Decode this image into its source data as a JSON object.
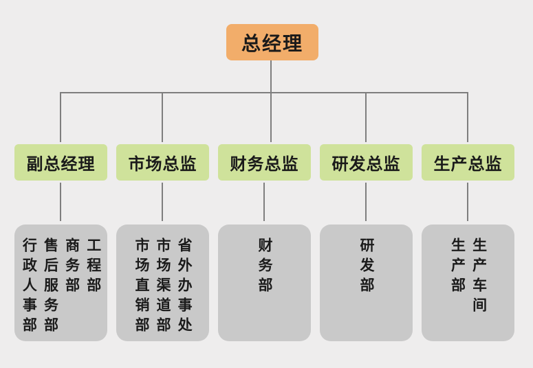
{
  "chart": {
    "type": "org-chart",
    "root": {
      "label": "总经理"
    },
    "branches": [
      {
        "label": "副总经理",
        "departments": [
          "工程部",
          "商务部",
          "售后服务部",
          "行政人事部"
        ]
      },
      {
        "label": "市场总监",
        "departments": [
          "省外办事处",
          "市场渠道部",
          "市场直销部"
        ]
      },
      {
        "label": "财务总监",
        "departments": [
          "财务部"
        ]
      },
      {
        "label": "研发总监",
        "departments": [
          "研发部"
        ]
      },
      {
        "label": "生产总监",
        "departments": [
          "生产车间",
          "生产部"
        ]
      }
    ]
  },
  "colors": {
    "background": "#EEEDED",
    "root_box": "#F2AD6A",
    "branch_box": "#CFE29B",
    "department_box": "#C9C9C9",
    "connector": "#7E7E7E",
    "text": "#1A1A1A"
  }
}
